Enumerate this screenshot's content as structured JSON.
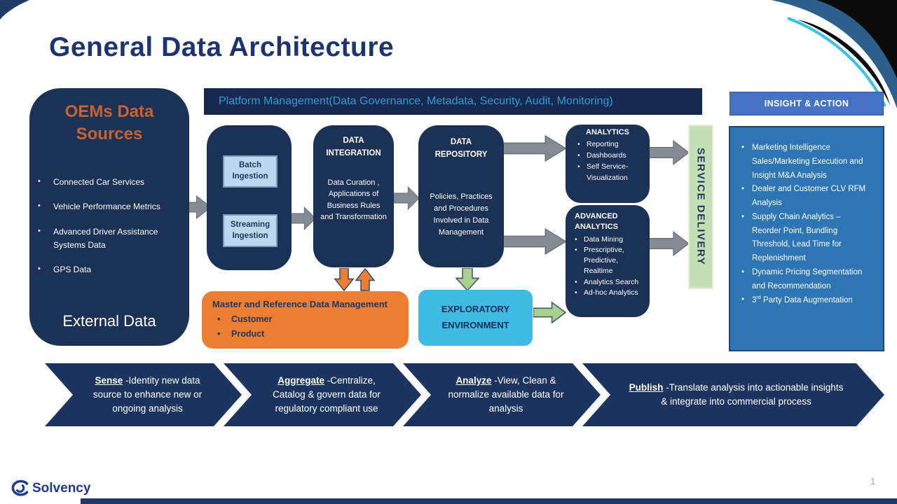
{
  "slide": {
    "title": "General Data Architecture",
    "page_number": "1",
    "logo_text": "Solvency"
  },
  "oem_box": {
    "title": "OEMs Data Sources",
    "bullets": [
      "Connected Car Services",
      "Vehicle Performance Metrics",
      "Advanced Driver Assistance Systems Data",
      "GPS Data"
    ],
    "footer": "External Data"
  },
  "platform_banner": {
    "text": "Platform Management(Data Governance, Metadata, Security, Audit, Monitoring)"
  },
  "ingestion": {
    "batch": "Batch Ingestion",
    "streaming": "Streaming Ingestion"
  },
  "data_integration": {
    "title": "DATA INTEGRATION",
    "body": "Data Curation , Applications of Business Rules and Transformation"
  },
  "data_repository": {
    "title": "DATA REPOSITORY",
    "body": "Policies, Practices and Procedures Involved in Data Management"
  },
  "analytics": {
    "title": "ANALYTICS",
    "bullets": [
      "Reporting",
      "Dashboards",
      "Self Service-Visualization"
    ]
  },
  "advanced_analytics": {
    "title": "ADVANCED ANALYTICS",
    "bullets": [
      "Data Mining",
      "Prescriptive, Predictive, Realtime",
      "Analytics Search",
      "Ad-hoc Analytics"
    ]
  },
  "service_delivery": {
    "label": "SERVICE DELIVERY"
  },
  "mdm_box": {
    "title": "Master and Reference Data Management",
    "bullets": [
      "Customer",
      "Product"
    ]
  },
  "exploratory": {
    "line1": "EXPLORATORY",
    "line2": "ENVIRONMENT"
  },
  "insight": {
    "header": "INSIGHT & ACTION",
    "bullets": [
      "Marketing Intelligence Sales/Marketing Execution and Insight M&A Analysis",
      "Dealer and Customer CLV RFM Analysis",
      "Supply Chain Analytics – Reorder Point, Bundling Threshold, Lead Time for Replenishment",
      "Dynamic Pricing Segmentation and Recommendation"
    ],
    "bullet_3rd_party": {
      "num": "3",
      "sup": "rd",
      "rest": " Party Data Augmentation"
    }
  },
  "process_chevrons": [
    {
      "label": "Sense",
      "text": "-Identity new data source to enhance new or ongoing analysis"
    },
    {
      "label": "Aggregate",
      "text": "-Centralize, Catalog & govern data for regulatory compliant use"
    },
    {
      "label": "Analyze",
      "text": "-View, Clean & normalize available data for analysis"
    },
    {
      "label": "Publish",
      "text": "-Translate analysis into actionable insights & integrate into commercial process"
    }
  ],
  "colors": {
    "navy_box": "#1B3156",
    "banner_bg": "#16294E",
    "banner_text": "#2F9CD8",
    "title_text": "#1E3472",
    "oem_title_orange": "#C9622F",
    "orange_box": "#ED7D31",
    "light_blue_chip": "#BDD7EE",
    "green_arrow": "#A9D18E",
    "service_bar_bg": "#C5E0B4",
    "exploratory_bg": "#3FB9E6",
    "insight_header_bg": "#4472C4",
    "insight_panel_bg": "#2E75B6",
    "gray_arrow": "#858B92",
    "chevron_bg": "#1D3461",
    "cyan_accent": "#35C3EA"
  }
}
